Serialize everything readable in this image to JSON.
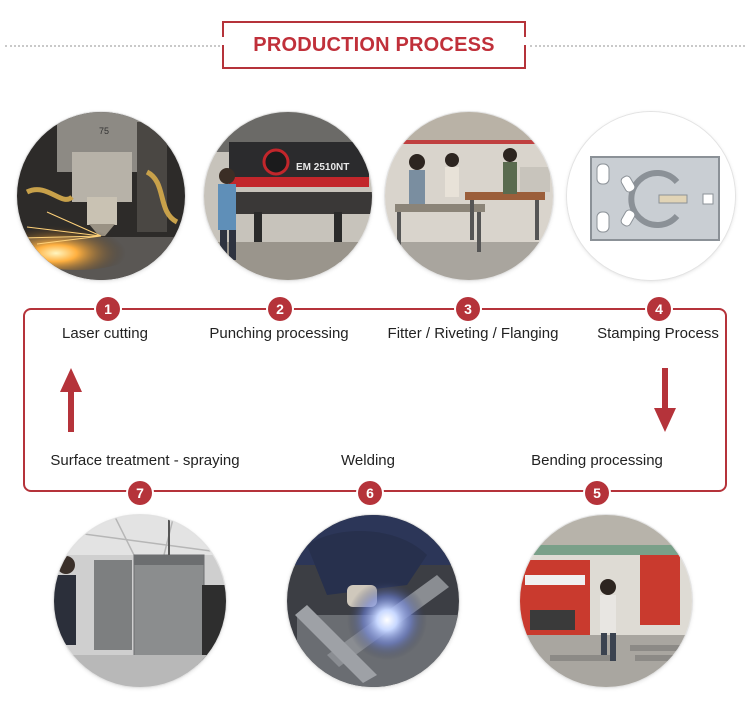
{
  "header": {
    "title": "PRODUCTION PROCESS"
  },
  "steps": [
    {
      "number": "1",
      "label": "Laser cutting"
    },
    {
      "number": "2",
      "label": "Punching processing"
    },
    {
      "number": "3",
      "label": "Fitter / Riveting / Flanging"
    },
    {
      "number": "4",
      "label": "Stamping Process"
    },
    {
      "number": "5",
      "label": "Bending processing"
    },
    {
      "number": "6",
      "label": "Welding"
    },
    {
      "number": "7",
      "label": "Surface treatment - spraying"
    }
  ],
  "photo_texts": {
    "punch_machine_model": "EM 2510NT",
    "laser_head_mark": "75"
  },
  "colors": {
    "accent": "#b5333a",
    "title": "#c0303a"
  },
  "icons": {
    "up_arrow": "arrow-up-icon",
    "down_arrow": "arrow-down-icon"
  }
}
